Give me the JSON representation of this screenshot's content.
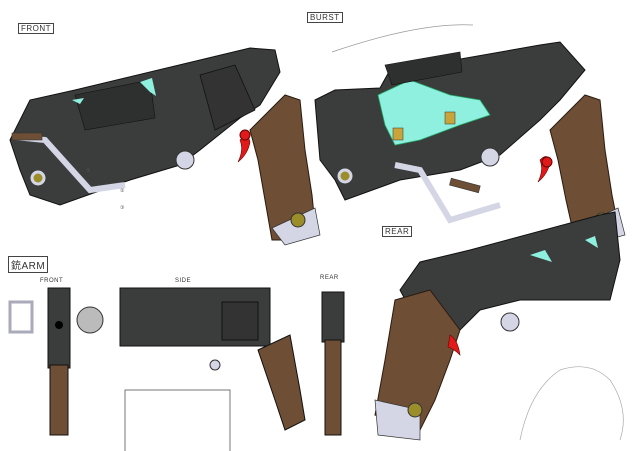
{
  "labels": {
    "front_view": "FRONT",
    "burst_view": "BURST",
    "rear_view": "REAR",
    "title": "銃ARM",
    "sub_front": "FRONT",
    "sub_side": "SIDE",
    "sub_rear": "REAR",
    "step_1": "①",
    "step_2": "②",
    "step_3": "③"
  },
  "colors": {
    "body": "#3b3d3c",
    "accent": "#8ff0e0",
    "grip": "#6e4e35",
    "metal": "#d4d6e6",
    "trigger": "#e01a1a",
    "screw": "#9a8d2a"
  }
}
